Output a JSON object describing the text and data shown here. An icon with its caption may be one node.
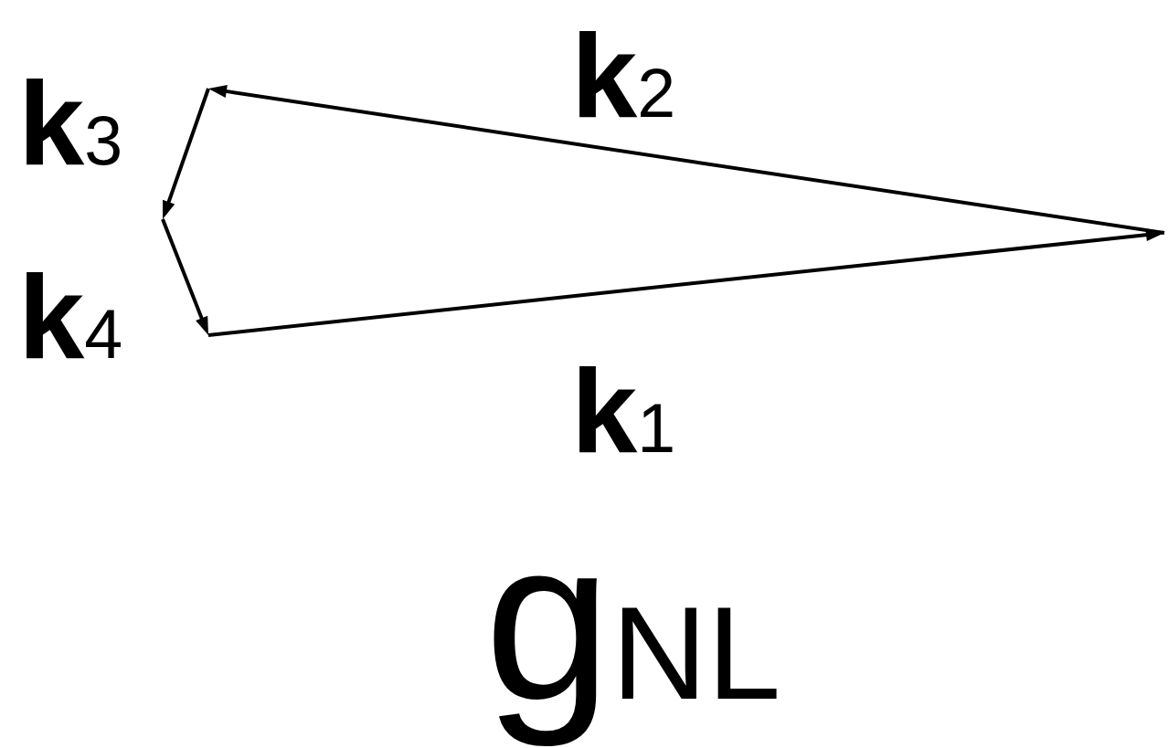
{
  "diagram": {
    "labels": [
      "**k**$_{3}$",
      "**k**$_{2}$",
      "**k**$_{4}$",
      "**k**$_{1}$",
      "g$_{NL}$"
    ]
  }
}
